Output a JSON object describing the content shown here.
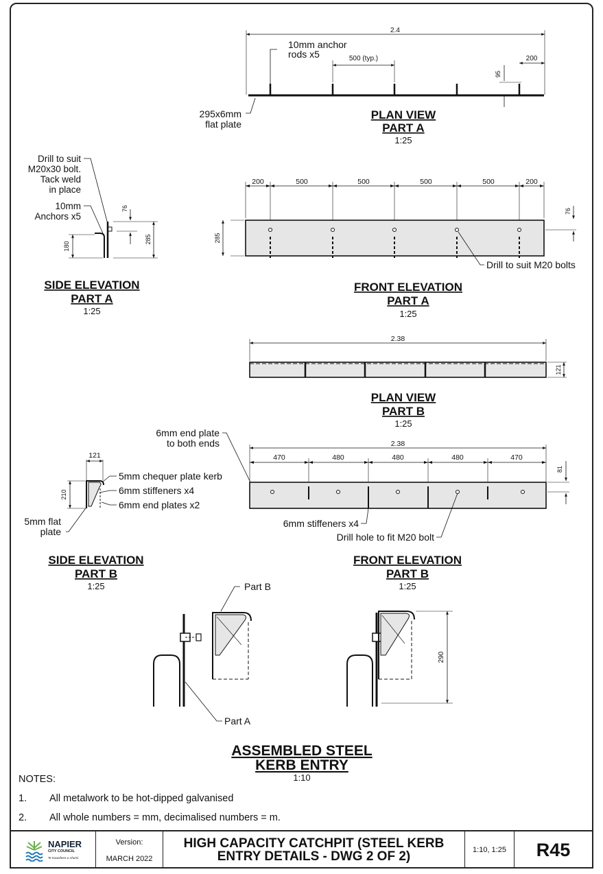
{
  "plan_a": {
    "title": "PLAN VIEW",
    "part": "PART A",
    "scale": "1:25",
    "dims": {
      "overall": "2.4",
      "spacing": "500 (typ.)",
      "end": "200",
      "height": "95"
    },
    "labels": {
      "rods_1": "10mm anchor",
      "rods_2": "rods x5",
      "plate_1": "295x6mm",
      "plate_2": "flat plate"
    }
  },
  "side_a": {
    "title": "SIDE ELEVATION",
    "part": "PART A",
    "scale": "1:25",
    "labels": {
      "drill_1": "Drill to suit",
      "drill_2": "M20x30 bolt.",
      "drill_3": "Tack weld",
      "drill_4": "in place",
      "anchors_1": "10mm",
      "anchors_2": "Anchors x5"
    },
    "dims": {
      "d76": "76",
      "d180": "180",
      "d285": "285"
    }
  },
  "front_a": {
    "title": "FRONT ELEVATION",
    "part": "PART A",
    "scale": "1:25",
    "dims": {
      "segments": [
        "200",
        "500",
        "500",
        "500",
        "500",
        "200"
      ],
      "height": "285",
      "d76": "76"
    },
    "labels": {
      "drill": "Drill to suit M20 bolts"
    }
  },
  "plan_b": {
    "title": "PLAN VIEW",
    "part": "PART B",
    "scale": "1:25",
    "dims": {
      "overall": "2.38",
      "depth": "121"
    }
  },
  "side_b": {
    "title": "SIDE ELEVATION",
    "part": "PART B",
    "scale": "1:25",
    "dims": {
      "width": "121",
      "height": "210"
    },
    "labels": {
      "end_plate_1": "6mm end plate",
      "end_plate_2": "to both ends",
      "chequer": "5mm chequer plate kerb",
      "stiffeners": "6mm stiffeners x4",
      "end_plates": "6mm end plates x2",
      "flat_1": "5mm flat",
      "flat_2": "plate"
    }
  },
  "front_b": {
    "title": "FRONT ELEVATION",
    "part": "PART B",
    "scale": "1:25",
    "dims": {
      "overall": "2.38",
      "segments": [
        "470",
        "480",
        "480",
        "480",
        "470"
      ],
      "d81": "81"
    },
    "labels": {
      "stiffeners": "6mm stiffeners x4",
      "drill": "Drill hole to fit M20 bolt"
    }
  },
  "assembled": {
    "title_1": "ASSEMBLED STEEL",
    "title_2": "KERB ENTRY",
    "scale": "1:10",
    "labels": {
      "part_b": "Part B",
      "part_a": "Part A"
    },
    "dims": {
      "height": "290"
    }
  },
  "notes": {
    "heading": "NOTES:",
    "items": [
      {
        "num": "1.",
        "text": "All metalwork to be hot-dipped galvanised"
      },
      {
        "num": "2.",
        "text": "All whole numbers = mm, decimalised numbers = m."
      }
    ]
  },
  "title_block": {
    "logo_name": "NAPIER",
    "logo_sub": "CITY COUNCIL",
    "logo_tagline": "Te Kaunihera o Ahuriri",
    "version_label": "Version:",
    "version_value": "MARCH 2022",
    "title_1": "HIGH CAPACITY CATCHPIT (STEEL KERB",
    "title_2": "ENTRY DETAILS - DWG 2 OF 2)",
    "scale": "1:10, 1:25",
    "code": "R45"
  },
  "colors": {
    "fill_grey": "#e6e6e6",
    "line": "#111111",
    "logo_green": "#6ab04c",
    "logo_blue": "#1d75bc"
  }
}
